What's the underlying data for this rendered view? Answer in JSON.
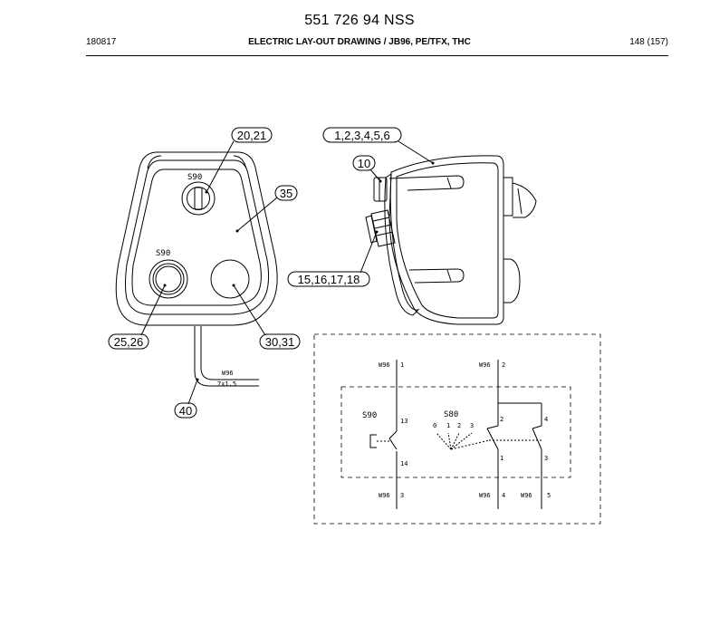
{
  "header": {
    "doc_number": "551 726 94 NSS",
    "date": "180817",
    "title": "ELECTRIC LAY-OUT DRAWING / JB96, PE/TFX, THC",
    "page": "148 (157)"
  },
  "front_view": {
    "upper_switch_label": "S90",
    "lower_switch_label": "S90",
    "cable_label_1": "W96",
    "cable_label_2": "7x1.5",
    "callouts": {
      "c1": "20,21",
      "c2": "35",
      "c3": "25,26",
      "c4": "30,31",
      "c5": "40"
    }
  },
  "side_view": {
    "callouts": {
      "c1": "1,2,3,4,5,6",
      "c2": "10",
      "c3": "15,16,17,18"
    }
  },
  "schematic": {
    "s90_label": "S90",
    "s80_label": "S80",
    "top_left_wire": "W96",
    "top_left_pin": "1",
    "top_mid_wire": "W96",
    "top_mid_pin": "2",
    "s90_top_pin": "13",
    "s90_bottom_pin": "14",
    "s80_left_top_pin": "2",
    "s80_right_top_pin": "4",
    "s80_left_bottom_pin": "1",
    "s80_right_bottom_pin": "3",
    "positions": [
      "0",
      "1",
      "2",
      "3"
    ],
    "bottom_left_wire": "W96",
    "bottom_left_pin": "3",
    "bottom_mid_wire": "W96",
    "bottom_mid_pin": "4",
    "bottom_right_wire": "W96",
    "bottom_right_pin": "5"
  }
}
